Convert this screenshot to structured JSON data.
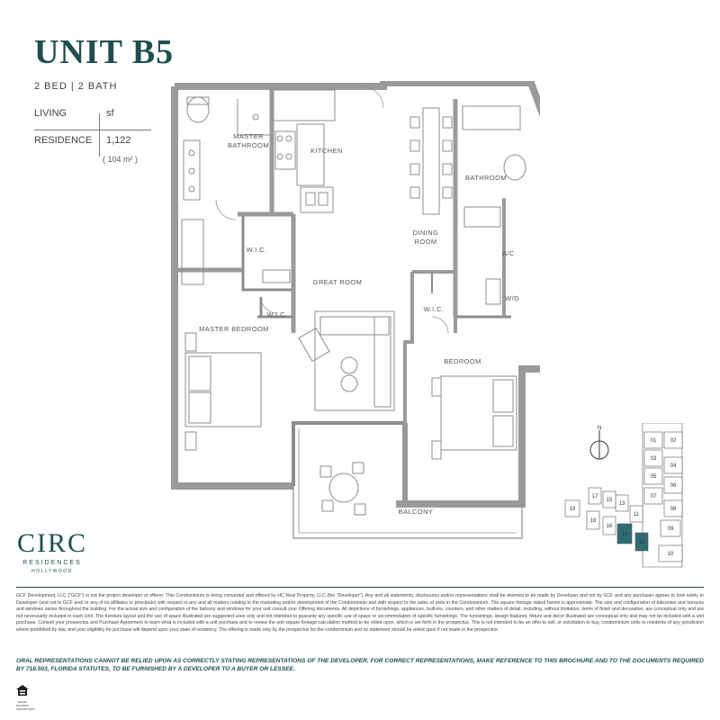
{
  "header": {
    "title": "UNIT B5",
    "subtitle": "2 BED | 2 BATH"
  },
  "area_table": {
    "living_label": "LIVING",
    "unit_label": "sf",
    "residence_label": "RESIDENCE",
    "residence_value": "1,122",
    "residence_metric": "( 104 m² )"
  },
  "rooms": {
    "master_bathroom_1": "MASTER",
    "master_bathroom_2": "BATHROOM",
    "kitchen": "KITCHEN",
    "dining_1": "DINING",
    "dining_2": "ROOM",
    "bathroom": "BATHROOM",
    "wic_master": "W.I.C.",
    "wic_great": "W.I.C.",
    "wic_bedroom": "W.I.C.",
    "ac": "A/C",
    "wd": "W/D",
    "great_room": "GREAT ROOM",
    "master_bedroom": "MASTER BEDROOM",
    "bedroom": "BEDROOM",
    "balcony": "BALCONY"
  },
  "key_plan": {
    "north": "N",
    "units": [
      "01",
      "02",
      "03",
      "04",
      "05",
      "06",
      "07",
      "08",
      "09",
      "10",
      "11",
      "12",
      "13",
      "14",
      "15",
      "16",
      "17",
      "18",
      "19"
    ],
    "highlighted": [
      "12",
      "14"
    ],
    "highlight_color": "#2e6c73"
  },
  "logo": {
    "name": "CIRC",
    "line2": "RESIDENCES",
    "line3": "HOLLYWOOD"
  },
  "disclaimer": "GCF Development, LLC (\"GCF\") is not the project developer or offeror. This Condominium is being converted and offered by HC Real Property, LLC (the \"Developer\"). Any and all statements, disclosures and/or representations shall be deemed to be made by Developer and not by GCF and any purchaser agrees to look solely to Developer (and not to GCF and/ or any of its affiliates or principals) with respect to any and all matters relating to the marketing and/or development of the Condominium and with respect to the sales of units in the Condominium. The square footage stated herein is approximate. The size and configuration of balconies and terraces and windows varies throughout the building. For the actual size and configuration of the balcony and windows for your unit consult your Offering documents. All depictions of furnishings, appliances, built-ins, counters, and other matters of detail, including, without limitation, items of finish and decoration, are conceptual only and are not necessarily included in each Unit. The furniture layout and the use of space illustrated are suggested uses only and not intended to guaranty any specific use of space or accommodation of specific furnishings. The furnishings, design features, fixture and decor illustrated are conceptual only and may not be included with a unit purchase. Consult your prospectus and Purchase Agreement to learn what is included with a unit purchase and to review the unit square footage calculation method to be relied upon, which is set forth in the prospectus. This is not intended to be an offer to sell, or solicitation to buy, condominium units to residents of any jurisdiction where prohibited by law, and your eligibility for purchase will depend upon your state of residency. The offering is made only by the prospectus for the condominium and no statement should be relied upon if not made in the prospectus.",
  "oral_notice": "ORAL REPRESENTATIONS CANNOT BE RELIED UPON AS CORRECTLY STATING REPRESENTATIONS OF THE DEVELOPER. FOR CORRECT REPRESENTATIONS, MAKE REFERENCE TO THIS BROCHURE AND TO THE DOCUMENTS REQUIRED BY 718.503, FLORIDA STATUTES, TO BE FURNISHED BY A DEVELOPER TO A BUYER OR LESSEE.",
  "eho_label": "EQUAL HOUSING OPPORTUNITY",
  "colors": {
    "brand": "#1f4e4f",
    "wall": "#8c8c8c",
    "wall_fill": "#ededed"
  }
}
